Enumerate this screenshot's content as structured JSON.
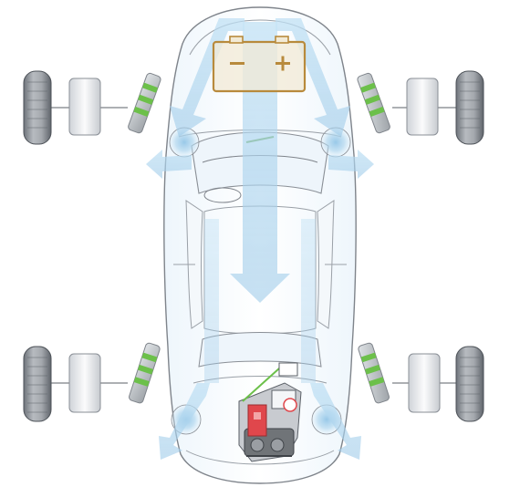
{
  "diagram": {
    "colors": {
      "outline": "#8a8f96",
      "outline_dark": "#5b6067",
      "tire": "#9a9fa6",
      "tire_dark": "#6e737a",
      "hub": "#e9ebee",
      "airflow": "#a9d3ee",
      "airflow_dark": "#6fb2de",
      "battery": "#b88a3c",
      "battery_fill": "#f2ead6",
      "spring_green": "#6cc04a",
      "engine_red": "#e0474c",
      "engine_grey": "#707478"
    },
    "icons": {
      "battery": "battery-icon",
      "spring": "suspension-spring-icon",
      "wheel": "wheel-icon",
      "engine": "engine-icon",
      "flow": "airflow-arrow-icon"
    },
    "components": [
      "front-left-wheel",
      "front-right-wheel",
      "rear-left-wheel",
      "rear-right-wheel",
      "battery",
      "engine",
      "airflow"
    ]
  }
}
